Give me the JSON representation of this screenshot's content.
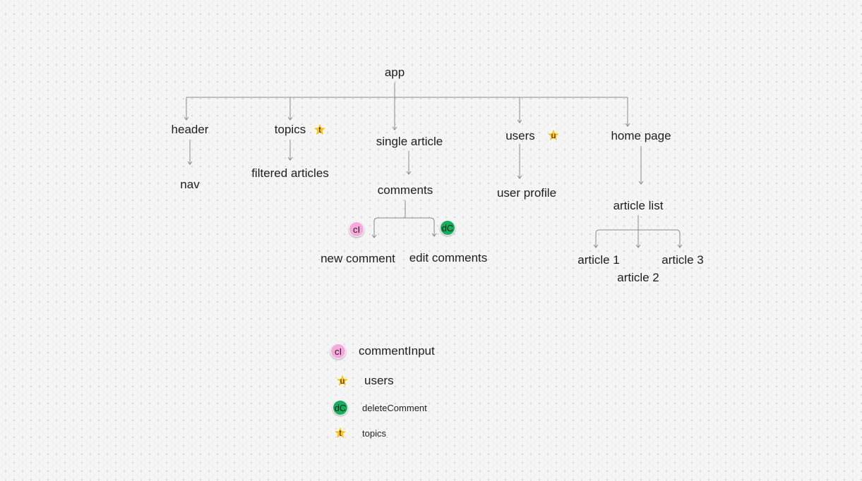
{
  "tree": {
    "root": "app",
    "header": "header",
    "nav": "nav",
    "topics": "topics",
    "filtered_articles": "filtered articles",
    "single_article": "single article",
    "comments": "comments",
    "new_comment": "new comment",
    "edit_comments": "edit comments",
    "users": "users",
    "user_profile": "user profile",
    "home_page": "home page",
    "article_list": "article list",
    "article_1": "article 1",
    "article_2": "article 2",
    "article_3": "article 3"
  },
  "stamps": {
    "comment_input": {
      "text": "cI",
      "color": "#f7a8dd",
      "text_color": "#1e1e1e",
      "icon": "comment-input-stamp-icon"
    },
    "users": {
      "text": "u",
      "color": "#ffc21a",
      "text_color": "#1e1e1e",
      "icon": "users-star-stamp-icon"
    },
    "delete_comment": {
      "text": "dC",
      "color": "#14ae5c",
      "text_color": "#1e1e1e",
      "icon": "delete-comment-stamp-icon"
    },
    "topics": {
      "text": "t",
      "color": "#ffc21a",
      "text_color": "#1e1e1e",
      "icon": "topics-star-stamp-icon"
    }
  },
  "legend": {
    "comment_input": "commentInput",
    "users": "users",
    "delete_comment": "deleteComment",
    "topics": "topics"
  },
  "colors": {
    "background": "#f5f5f5",
    "connector": "#8a8a8a",
    "text": "#1e1e1e"
  }
}
